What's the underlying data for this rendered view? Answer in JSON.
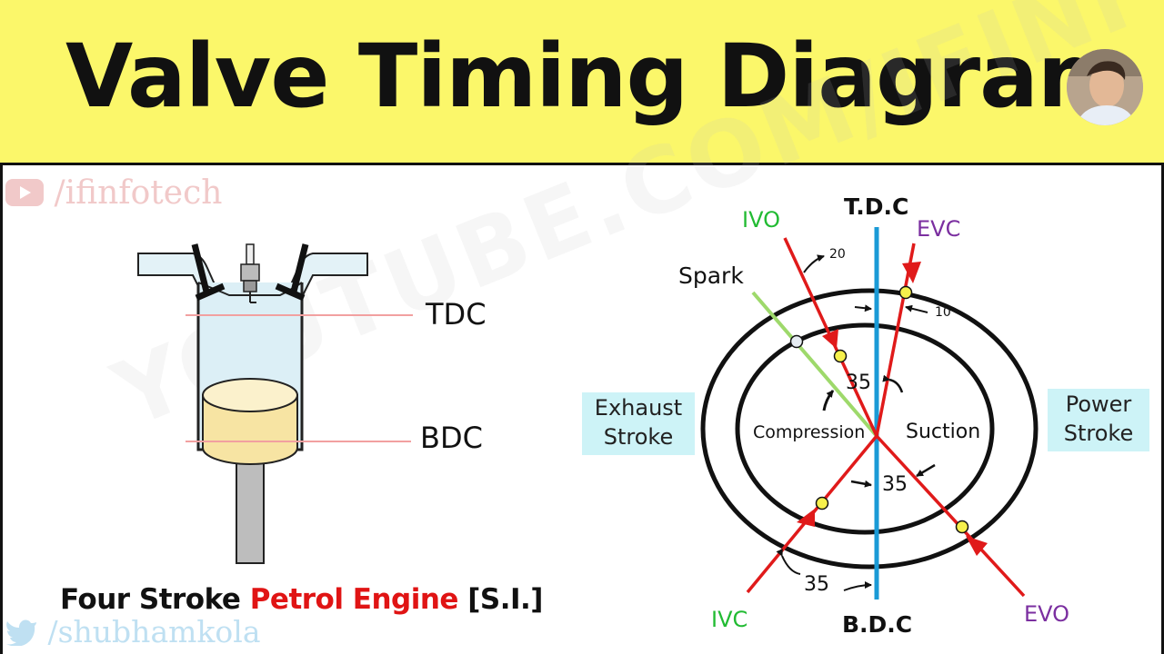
{
  "header": {
    "title": "Valve Timing Diagram"
  },
  "watermarks": {
    "youtube_handle": "/ifinfotech",
    "twitter_handle": "/shubhamkola",
    "diagonal": "YOUTUBE.COM/IFINFOTECH"
  },
  "engine": {
    "tdc_label": "TDC",
    "bdc_label": "BDC"
  },
  "caption": {
    "part1": "Four Stroke ",
    "part2": "Petrol Engine",
    "part3": " [S.I.]",
    "highlight_color": "#e01414"
  },
  "diagram": {
    "tdc": "T.D.C",
    "bdc": "B.D.C",
    "ivo": "IVO",
    "ivc": "IVC",
    "evc": "EVC",
    "evo": "EVO",
    "spark": "Spark",
    "compression": "Compression",
    "suction": "Suction",
    "exhaust_stroke": [
      "Exhaust",
      "Stroke"
    ],
    "power_stroke": [
      "Power",
      "Stroke"
    ],
    "angles": {
      "ivo": "20",
      "evc": "10",
      "spark": "35",
      "ivc": "35",
      "evo": "35",
      "ivc_outer": "35"
    },
    "colors": {
      "intake_label": "#22bb33",
      "exhaust_label": "#7b2fa0",
      "dead_center_line": "#1a9ad6",
      "valve_line": "#e01a1a",
      "spark_line": "#9ed96b",
      "stroke_box": "#cdf3f7"
    }
  }
}
